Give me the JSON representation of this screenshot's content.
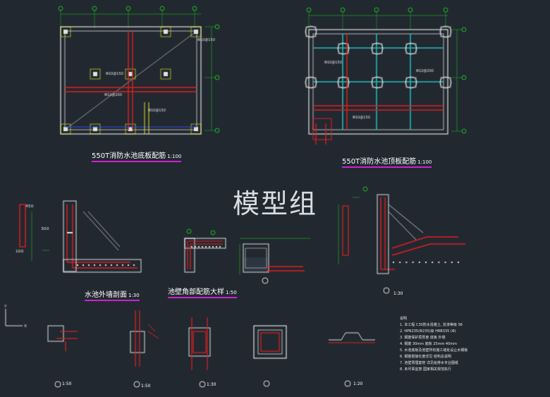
{
  "watermark": "模型组",
  "titles": {
    "bottom_plan": {
      "text": "550T消防水池底板配筋",
      "scale": "1:100"
    },
    "top_plan": {
      "text": "550T消防水池顶板配筋",
      "scale": "1:100"
    },
    "wall_section": {
      "text": "水池外墙剖面",
      "scale": "1:30"
    },
    "corner_detail": {
      "text": "池壁角部配筋大样",
      "scale": "1:50"
    }
  },
  "section_labels": {
    "s1": "1:30",
    "s2": "1:50",
    "s3": "1:50",
    "s4": "1:30",
    "s6": "1:20"
  },
  "notes": {
    "heading": "说明",
    "lines": [
      "1. 本工程 C30防水混凝土, 抗渗等级 S6",
      "2. HPB235(Φ235)级 HRB335 (Φ)",
      "3. 钢筋保护层厚度 底板 外侧",
      "4. 钢筋 30mm 底板 25mm 40mm",
      "5. 水池底板及池壁所有施工缝处设止水钢板",
      "6. 钢筋搭接长度详见 结构总说明",
      "7. 池壁预埋套管 详见给排水专业图纸",
      "8. 未尽事宜按 国家相关规范执行"
    ]
  },
  "dims": {
    "d450": "450",
    "d300": "300",
    "d100": "100"
  },
  "colors": {
    "background": "#212830",
    "wall": "#e0e0e0",
    "rebar_red": "#e02020",
    "grid_green": "#20c020",
    "cyan": "#20c0c0",
    "yellow": "#e0e020",
    "magenta": "#d020d0",
    "white": "#ffffff"
  }
}
